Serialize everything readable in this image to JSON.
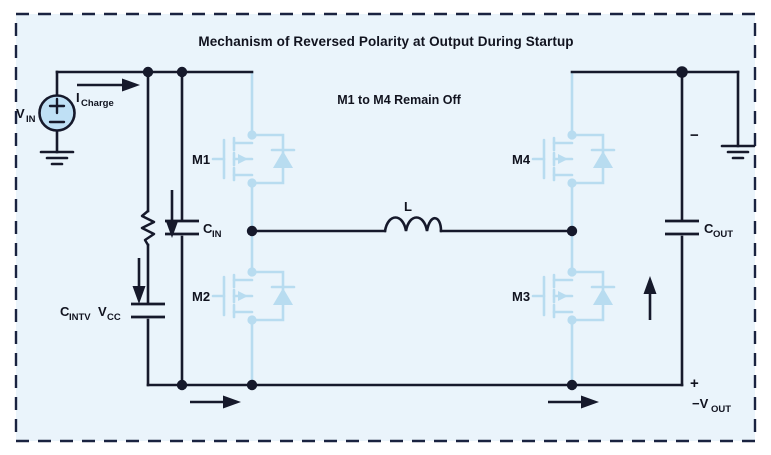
{
  "figure": {
    "title": "Mechanism of Reversed Polarity at Output During Startup",
    "note": "M1 to M4 Remain Off",
    "background_color": "#eaf4fb",
    "border_color": "#1a2340",
    "wire_color": "#16192b",
    "device_color": "#b8dcf0",
    "source_fill": "#bfe0f5",
    "text_color": "#11131f"
  },
  "labels": {
    "vin": "V",
    "vin_sub": "IN",
    "icharge": "I",
    "icharge_sub": "Charge",
    "cin": "C",
    "cin_sub": "IN",
    "cintvcc": "C",
    "cintvcc_sub": "INTV",
    "cintvcc_sub2": "CC",
    "cout": "C",
    "cout_sub": "OUT",
    "inductor": "L",
    "m1": "M1",
    "m2": "M2",
    "m3": "M3",
    "m4": "M4",
    "minus_sign": "−",
    "plus_sign": "+",
    "vout": "−V",
    "vout_sub": "OUT"
  },
  "components": [
    {
      "name": "voltage-source-vin",
      "type": "dc-source",
      "label": "VIN"
    },
    {
      "name": "ground-input",
      "type": "ground"
    },
    {
      "name": "ground-output",
      "type": "ground"
    },
    {
      "name": "resistor-intvcc",
      "type": "resistor"
    },
    {
      "name": "capacitor-cintvcc",
      "type": "capacitor",
      "label": "CINTVCC"
    },
    {
      "name": "capacitor-cin",
      "type": "capacitor",
      "label": "CIN"
    },
    {
      "name": "capacitor-cout",
      "type": "capacitor",
      "label": "COUT"
    },
    {
      "name": "inductor-l",
      "type": "inductor",
      "label": "L"
    },
    {
      "name": "mosfet-m1",
      "type": "mosfet",
      "label": "M1",
      "state": "off"
    },
    {
      "name": "mosfet-m2",
      "type": "mosfet",
      "label": "M2",
      "state": "off"
    },
    {
      "name": "mosfet-m3",
      "type": "mosfet",
      "label": "M3",
      "state": "off"
    },
    {
      "name": "mosfet-m4",
      "type": "mosfet",
      "label": "M4",
      "state": "off"
    }
  ],
  "current_arrows": [
    {
      "name": "arrow-icharge",
      "label": "ICharge",
      "direction": "right"
    },
    {
      "name": "arrow-cin-charge",
      "direction": "down"
    },
    {
      "name": "arrow-cintvcc-charge",
      "direction": "down"
    },
    {
      "name": "arrow-return-left",
      "direction": "right"
    },
    {
      "name": "arrow-return-right",
      "direction": "right"
    },
    {
      "name": "arrow-cout-charge",
      "direction": "up"
    }
  ]
}
